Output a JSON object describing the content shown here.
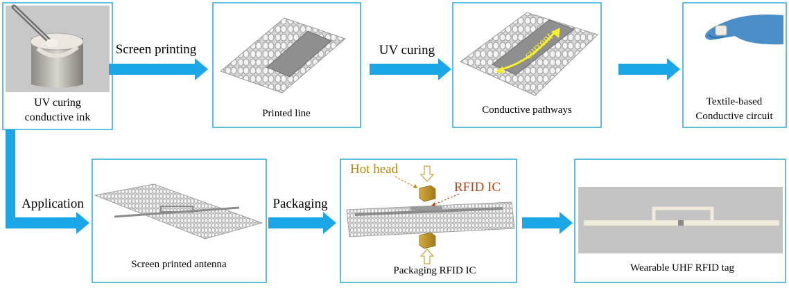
{
  "colors": {
    "box_border": "#2aa7d6",
    "arrow": "#1ba6e8",
    "gold": "#c9a13a",
    "gold_dark": "#a27b1f",
    "rfid_text": "#b5471a",
    "hot_text": "#b8860b",
    "current": "#f7ef2a",
    "ink": "#e6e1d6",
    "glove": "#4a8fc8"
  },
  "steps": {
    "ink": "UV curing\nconductive ink",
    "printed_line": "Printed line",
    "pathways": "Conductive pathways",
    "circuit": "Textile-based\nConductive circuit",
    "antenna": "Screen printed antenna",
    "packaging_ic": "Packaging RFID IC",
    "tag": "Wearable UHF RFID tag"
  },
  "arrows": {
    "screen_printing": "Screen printing",
    "uv_curing": "UV curing",
    "application": "Application",
    "packaging": "Packaging"
  },
  "annotations": {
    "current": "current",
    "hot_head": "Hot head",
    "rfid_ic": "RFID IC"
  }
}
